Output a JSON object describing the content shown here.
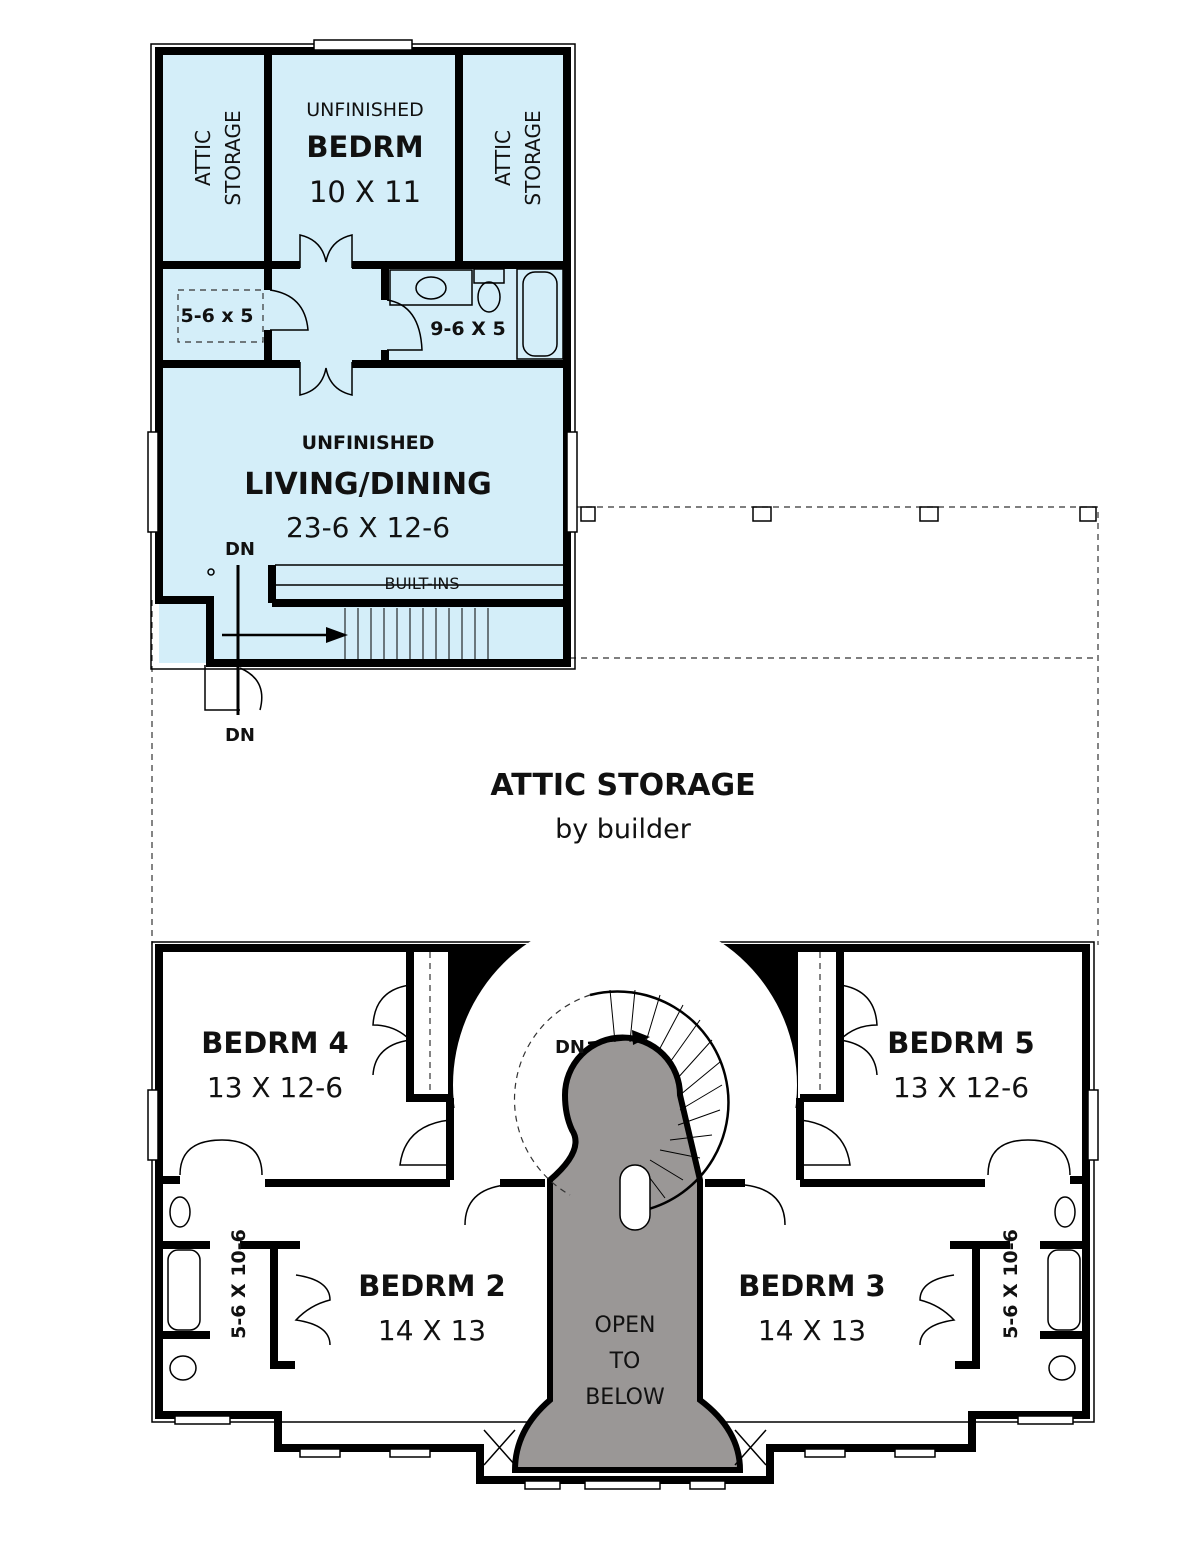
{
  "colors": {
    "unfinished_fill": "#d4eef9",
    "open_to_below_fill": "#9a9796",
    "wall": "#000000"
  },
  "upper_unit": {
    "attic_storage_left": {
      "line1": "ATTIC",
      "line2": "STORAGE"
    },
    "attic_storage_right": {
      "line1": "ATTIC",
      "line2": "STORAGE"
    },
    "bedroom": {
      "status": "UNFINISHED",
      "name": "BEDRM",
      "size": "10 X 11"
    },
    "closet": {
      "size": "5-6 x 5"
    },
    "bath": {
      "size": "9-6 X 5"
    },
    "living": {
      "status": "UNFINISHED",
      "name": "LIVING/DINING",
      "size": "23-6 X 12-6"
    },
    "built_ins": "BUILT-INS",
    "stair_dn_top": "DN",
    "stair_dn_bottom": "DN"
  },
  "attic": {
    "name": "ATTIC STORAGE",
    "note": "by builder"
  },
  "main_floor": {
    "bedrm4": {
      "name": "BEDRM 4",
      "size": "13 X 12-6"
    },
    "bedrm5": {
      "name": "BEDRM 5",
      "size": "13 X 12-6"
    },
    "bedrm2": {
      "name": "BEDRM 2",
      "size": "14 X 13"
    },
    "bedrm3": {
      "name": "BEDRM 3",
      "size": "14 X 13"
    },
    "bath_left": {
      "size": "5-6 X 10-6"
    },
    "bath_right": {
      "size": "5-6 X 10-6"
    },
    "stair_dn": "DN",
    "open_to_below": {
      "line1": "OPEN",
      "line2": "TO",
      "line3": "BELOW"
    }
  }
}
